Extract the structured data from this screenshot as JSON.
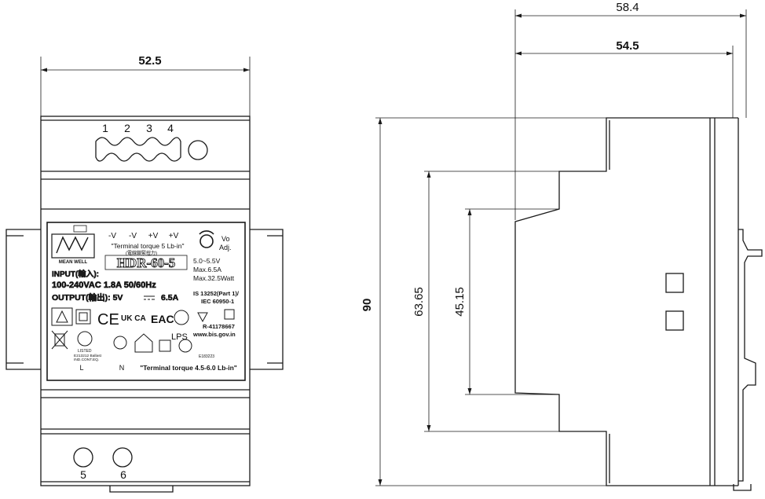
{
  "dimensions": {
    "front_width": "52.5",
    "side_width_outer": "58.4",
    "side_width_inner": "54.5",
    "height_total": "90",
    "height_mid": "63.65",
    "height_inner": "45.15"
  },
  "terminals": {
    "top": [
      "1",
      "2",
      "3",
      "4"
    ],
    "bottom": [
      "5",
      "6"
    ],
    "top_polarity": [
      "-V",
      "-V",
      "+V",
      "+V"
    ]
  },
  "label": {
    "brand": "MEAN WELL",
    "terminal_torque_top": "\"Terminal torque 5 Lb-in\"",
    "terminal_torque_top_cn": "(電線鎖緊扭力)",
    "model": "HDR-60-5",
    "vo_adj": "Vo",
    "vo_adj2": "Adj.",
    "spec_1": "5.0~5.5V",
    "spec_2": "Max.6.5A",
    "spec_3": "Max.32.5Watt",
    "input_title": "INPUT(輸入):",
    "input_value": "100-240VAC  1.8A  50/60Hz",
    "output_title": "OUTPUT(輸出): 5V",
    "output_value": "6.5A",
    "is_std": "IS 13252(Part 1)/",
    "iec_std": "IEC 60950-1",
    "r_number": "R-41178667",
    "website": "www.bis.gov.in",
    "lps": "LPS",
    "e_number": "E183223",
    "terminal_torque_bottom": "\"Terminal torque 4.5-6.0 Lb-in\"",
    "l": "L",
    "n": "N",
    "ce_mark": "CE",
    "ukca_mark": "UK CA",
    "eac_mark": "EAC",
    "listed": "LISTED",
    "code": "E213212  Ballast",
    "ind_cont_eq": "IND.CONT.EQ."
  },
  "colors": {
    "line": "#1a1a1a",
    "label_bg": "#ffffff"
  }
}
